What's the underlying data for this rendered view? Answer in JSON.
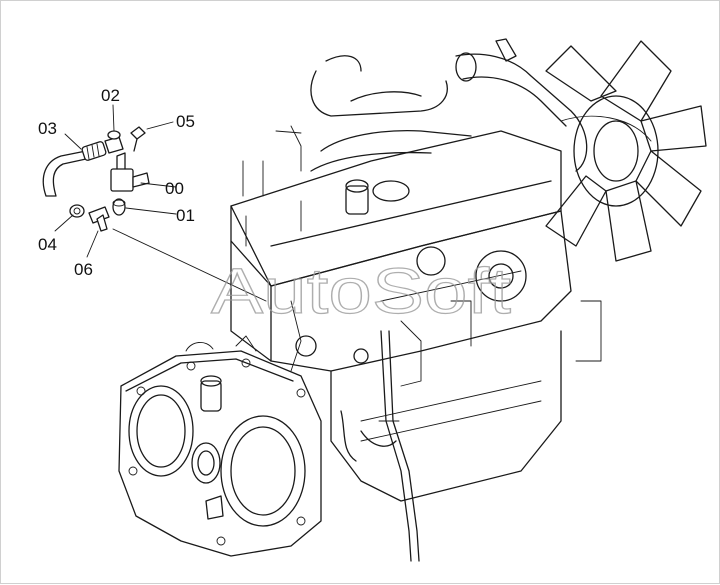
{
  "callouts": [
    {
      "id": "c00",
      "label": "00"
    },
    {
      "id": "c01",
      "label": "01"
    },
    {
      "id": "c02",
      "label": "02"
    },
    {
      "id": "c03",
      "label": "03"
    },
    {
      "id": "c04",
      "label": "04"
    },
    {
      "id": "c05",
      "label": "05"
    },
    {
      "id": "c06",
      "label": "06"
    }
  ],
  "watermark": "AutoSoft",
  "colors": {
    "line": "#1a1a1a",
    "background": "#ffffff",
    "watermark": "#9a9a9a"
  }
}
